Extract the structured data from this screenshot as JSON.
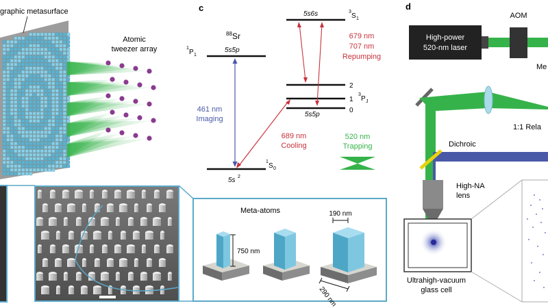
{
  "panel_a": {
    "metasurface_label": "graphic metasurface",
    "array_label_line1": "Atomic",
    "array_label_line2": "tweezer array"
  },
  "panel_c": {
    "letter": "c",
    "isotope_mass": "88",
    "element": "Sr",
    "level_1P1_config": "5s5p",
    "level_1P1_term": "P",
    "level_1P1_sup": "1",
    "level_1P1_sub": "1",
    "level_3S1_config": "5s6s",
    "level_3S1_term": "S",
    "level_3S1_sup": "3",
    "level_3S1_sub": "1",
    "level_3PJ_j2": "2",
    "level_3PJ_j1": "1",
    "level_3PJ_j0": "0",
    "level_3PJ_term": "P",
    "level_3PJ_sup": "3",
    "level_3PJ_sub": "J",
    "level_3PJ_config": "5s5p",
    "ground_config": "5s",
    "ground_config_sup": "2",
    "ground_term": "S",
    "ground_term_sup": "1",
    "ground_term_sub": "0",
    "imaging_wavelength": "461 nm",
    "imaging_label": "Imaging",
    "repump_wavelength_1": "679 nm",
    "repump_wavelength_2": "707 nm",
    "repump_label": "Repumping",
    "cooling_wavelength": "689 nm",
    "cooling_label": "Cooling",
    "trapping_wavelength": "520 nm",
    "trapping_label": "Trapping"
  },
  "panel_b": {
    "meta_atoms_title": "Meta-atoms",
    "height_label": "750 nm",
    "width_label": "190 nm",
    "pitch_label": "290 nm"
  },
  "panel_d": {
    "letter": "d",
    "aom_label": "AOM",
    "laser_line1": "High-power",
    "laser_line2": "520-nm laser",
    "me_label": "Me",
    "relay_label": "1:1 Rela",
    "dichroic_label": "Dichroic",
    "objective_line1": "High-NA",
    "objective_line2": "lens",
    "cell_line1": "Ultrahigh-vacuum",
    "cell_line2": "glass cell"
  },
  "colors": {
    "laser_green": "#35b34a",
    "imaging_blue": "#4a58a8",
    "cooling_red": "#c8323c",
    "metasurface_cyan": "#6fc3de",
    "atom_purple": "#8a3b8f",
    "frame_blue": "#5aa9c9"
  }
}
